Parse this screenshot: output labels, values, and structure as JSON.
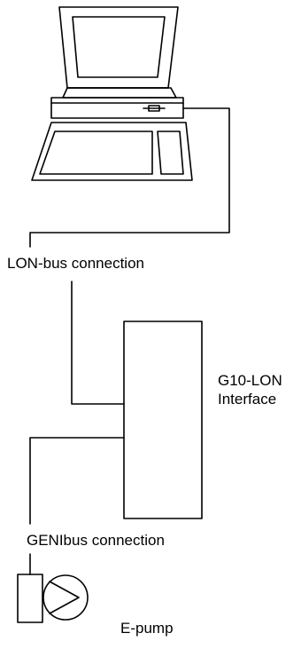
{
  "labels": {
    "lon_bus": "LON-bus connection",
    "g10_line1": "G10-LON",
    "g10_line2": "Interface",
    "genibus": "GENIbus connection",
    "epump": "E-pump"
  },
  "colors": {
    "stroke": "#000000",
    "background": "#ffffff"
  },
  "icons": [
    "computer-icon",
    "pump-icon"
  ]
}
